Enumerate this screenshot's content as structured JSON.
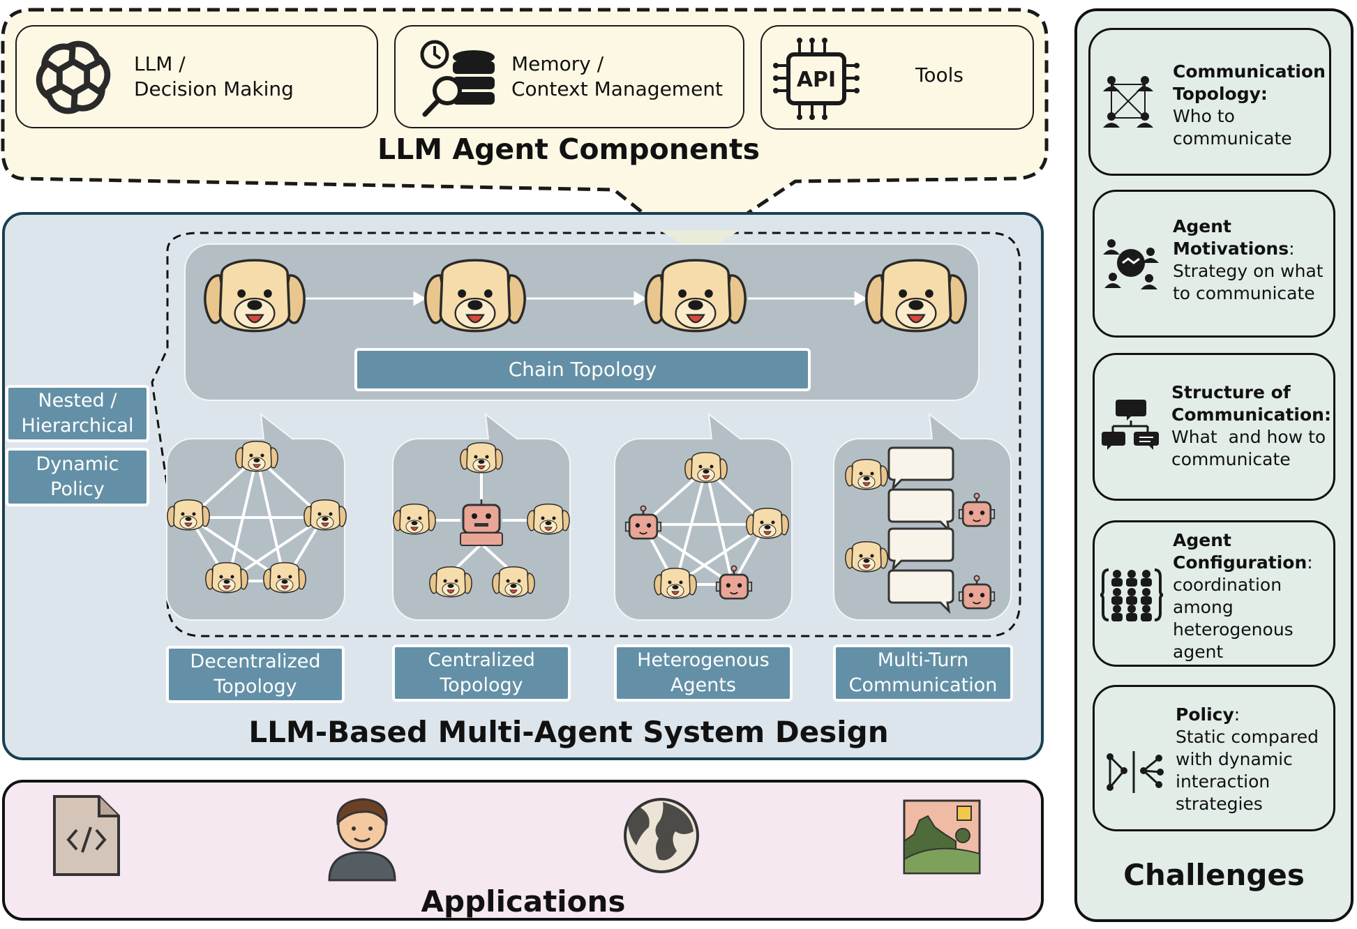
{
  "components": {
    "items": [
      {
        "line1": "LLM /",
        "line2": "Decision Making",
        "icon": "openai-logo-icon"
      },
      {
        "line1": "Memory /",
        "line2": "Context Management",
        "icon": "database-search-icon"
      },
      {
        "line1": "",
        "line2": "Tools",
        "icon": "api-chip-icon",
        "chip_label": "API"
      }
    ],
    "title": "LLM Agent Components"
  },
  "design": {
    "chain_label": "Chain Topology",
    "left_labels": [
      {
        "line1": "Nested /",
        "line2": "Hierarchical"
      },
      {
        "line1": "Dynamic",
        "line2": "Policy"
      }
    ],
    "bottom_labels": [
      {
        "line1": "Decentralized",
        "line2": "Topology"
      },
      {
        "line1": "Centralized",
        "line2": "Topology"
      },
      {
        "line1": "Heterogenous",
        "line2": "Agents"
      },
      {
        "line1": "Multi-Turn",
        "line2": "Communication"
      }
    ],
    "title": "LLM-Based Multi-Agent System Design",
    "icons": {
      "agent": "dog-face-icon",
      "robot": "robot-face-icon",
      "message": "speech-bubble-icon"
    }
  },
  "applications": {
    "title": "Applications",
    "icons": [
      "code-file-icon",
      "person-avatar-icon",
      "globe-icon",
      "landscape-image-icon"
    ]
  },
  "challenges": {
    "title": "Challenges",
    "cards": [
      {
        "bold_lines": [
          "Communication",
          "Topology:"
        ],
        "lines": [
          "Who to",
          "communicate"
        ],
        "icon": "network-people-icon"
      },
      {
        "bold_lines": [
          "Agent",
          "Motivations"
        ],
        "suffix": ":",
        "lines": [
          "Strategy on what",
          "to communicate"
        ],
        "icon": "handshake-people-icon"
      },
      {
        "bold_lines": [
          "Structure of",
          "Communication:"
        ],
        "lines": [
          "What  and how to",
          "communicate"
        ],
        "icon": "chat-hierarchy-icon"
      },
      {
        "bold_lines": [
          "Agent",
          "Configuration"
        ],
        "suffix": ":",
        "lines": [
          "coordination",
          "among",
          "heterogenous",
          "agent"
        ],
        "icon": "group-people-icon"
      },
      {
        "bold_lines": [
          "Policy"
        ],
        "suffix": ":",
        "lines": [
          "Static compared",
          "with dynamic",
          "interaction",
          "strategies"
        ],
        "icon": "graph-split-icon"
      }
    ]
  },
  "colors": {
    "components_bg": "#fdf8e4",
    "design_bg": "#dde5ec",
    "design_border": "#1b3f52",
    "pill": "#6390a6",
    "box_gray": "#b4bfc5",
    "apps_bg": "#f5e8f1",
    "challenges_bg": "#e3ede8",
    "dog_fur": "#f5dba7",
    "robot": "#e8a394"
  }
}
